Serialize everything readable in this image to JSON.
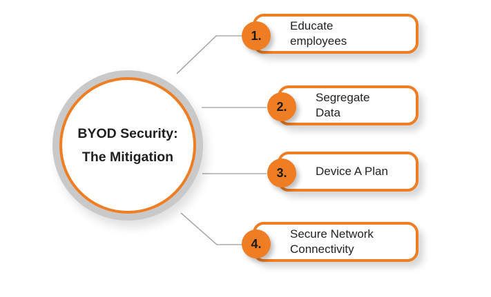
{
  "hub": {
    "title_line1": "BYOD Security:",
    "title_line2": "The Mitigation"
  },
  "steps": [
    {
      "number": "1.",
      "text": "Educate\nemployees"
    },
    {
      "number": "2.",
      "text": "Segregate\nData"
    },
    {
      "number": "3.",
      "text": "Device A Plan"
    },
    {
      "number": "4.",
      "text": "Secure Network\nConnectivity"
    }
  ],
  "colors": {
    "accent": "#ee7d23",
    "hub_ring": "#c9c9c9",
    "connector": "#9a9a9a",
    "text": "#1f1f1f"
  }
}
